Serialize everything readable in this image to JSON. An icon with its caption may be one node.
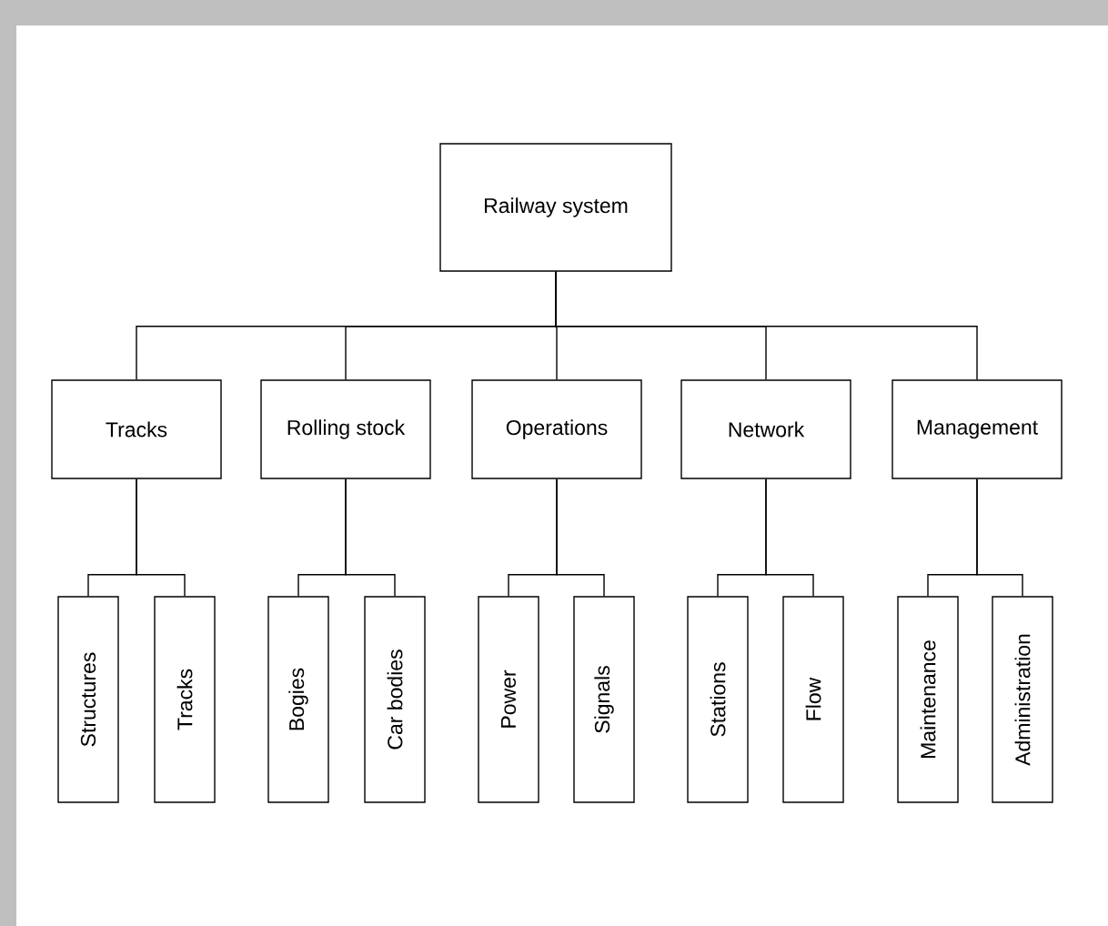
{
  "diagram": {
    "nodes": [
      {
        "text": [
          "Railway system"
        ]
      },
      {
        "text": [
          "Tracks"
        ]
      },
      {
        "text": [
          "Rolling stock"
        ]
      },
      {
        "text": [
          "Operations"
        ]
      },
      {
        "text": [
          "Network"
        ]
      },
      {
        "text": [
          "Management"
        ]
      },
      {
        "text": [
          "Structures"
        ]
      },
      {
        "text": [
          "Tracks"
        ]
      },
      {
        "text": [
          "Bogies"
        ]
      },
      {
        "text": [
          "Car bodies"
        ]
      },
      {
        "text": [
          "Power"
        ]
      },
      {
        "text": [
          "Signals"
        ]
      },
      {
        "text": [
          "Stations"
        ]
      },
      {
        "text": [
          "Flow"
        ]
      },
      {
        "text": [
          "Maintenance"
        ]
      },
      {
        "text": [
          "Administration"
        ]
      }
    ],
    "edges": [
      {
        "from": 0,
        "to": 1,
        "arrow": "none"
      },
      {
        "from": 0,
        "to": 2,
        "arrow": "none"
      },
      {
        "from": 0,
        "to": 3,
        "arrow": "none"
      },
      {
        "from": 0,
        "to": 4,
        "arrow": "none"
      },
      {
        "from": 0,
        "to": 5,
        "arrow": "none"
      },
      {
        "from": 1,
        "to": 6,
        "arrow": "none"
      },
      {
        "from": 1,
        "to": 7,
        "arrow": "none"
      },
      {
        "from": 2,
        "to": 8,
        "arrow": "none"
      },
      {
        "from": 2,
        "to": 9,
        "arrow": "none"
      },
      {
        "from": 3,
        "to": 10,
        "arrow": "none"
      },
      {
        "from": 3,
        "to": 11,
        "arrow": "none"
      },
      {
        "from": 4,
        "to": 12,
        "arrow": "none"
      },
      {
        "from": 4,
        "to": 13,
        "arrow": "none"
      },
      {
        "from": 5,
        "to": 14,
        "arrow": "none"
      },
      {
        "from": 5,
        "to": 15,
        "arrow": "none"
      }
    ]
  }
}
